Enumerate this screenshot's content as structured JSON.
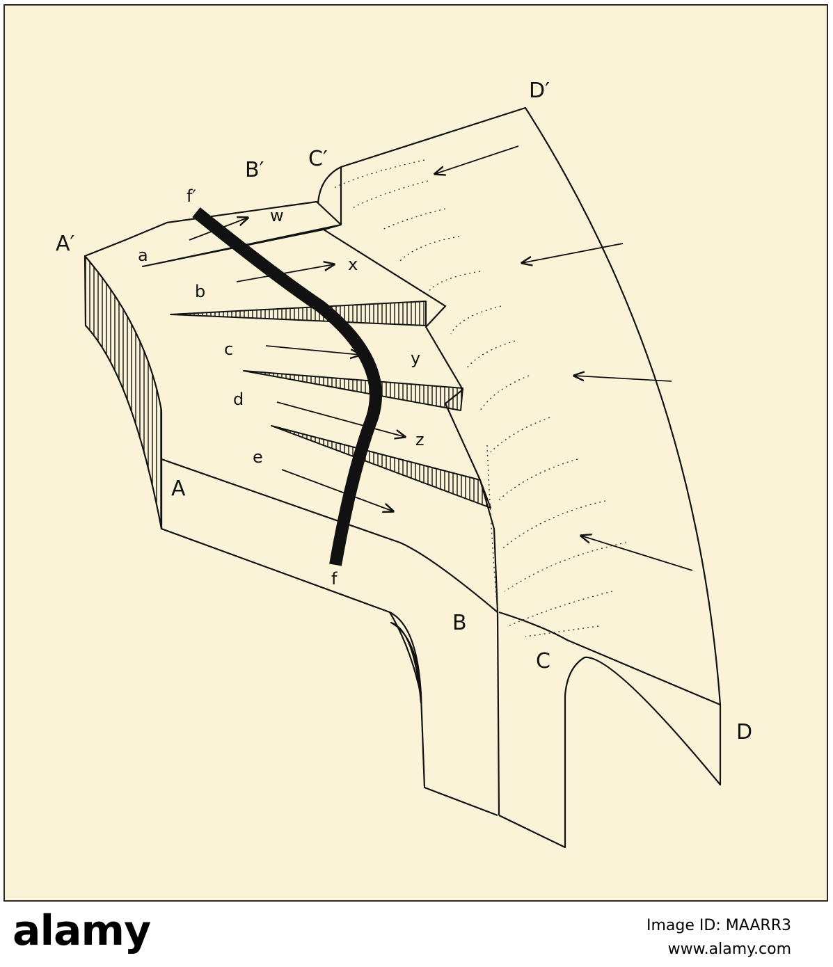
{
  "figure": {
    "point_labels": {
      "A_prime": "A′",
      "B_prime": "B′",
      "C_prime": "C′",
      "D_prime": "D′",
      "A": "A",
      "B": "B",
      "C": "C",
      "D": "D"
    },
    "strip_labels": {
      "a": "a",
      "b": "b",
      "c": "c",
      "d": "d",
      "e": "e",
      "f": "f",
      "f_prime": "f′"
    },
    "arrow_labels": {
      "w": "w",
      "x": "x",
      "y": "y",
      "z": "z"
    }
  },
  "watermark": {
    "logo": "alamy",
    "image_id": "Image ID: MAARR3",
    "url": "www.alamy.com"
  },
  "colors": {
    "paper": "#fbf3d7",
    "ink": "#111111"
  }
}
